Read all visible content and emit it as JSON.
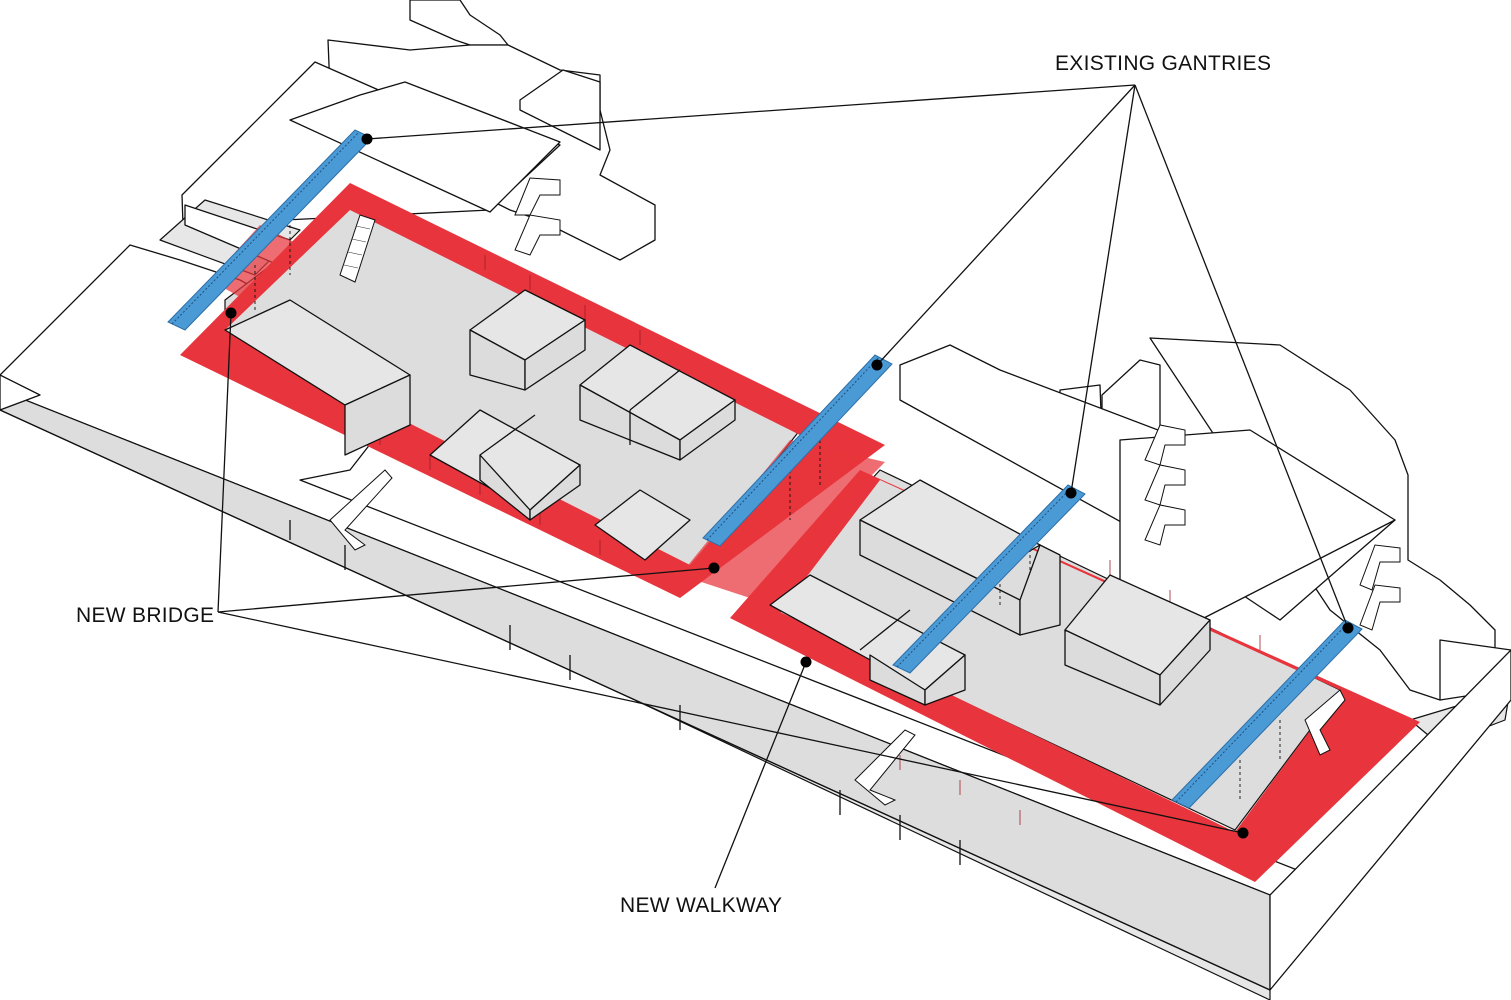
{
  "labels": {
    "existing_gantries": "EXISTING GANTRIES",
    "new_bridge": "NEW BRIDGE",
    "new_walkway": "NEW WALKWAY"
  },
  "colors": {
    "walkway": "#e8343c",
    "gantry": "#4a9ad6",
    "floor": "#dddddd",
    "line": "#111111"
  }
}
